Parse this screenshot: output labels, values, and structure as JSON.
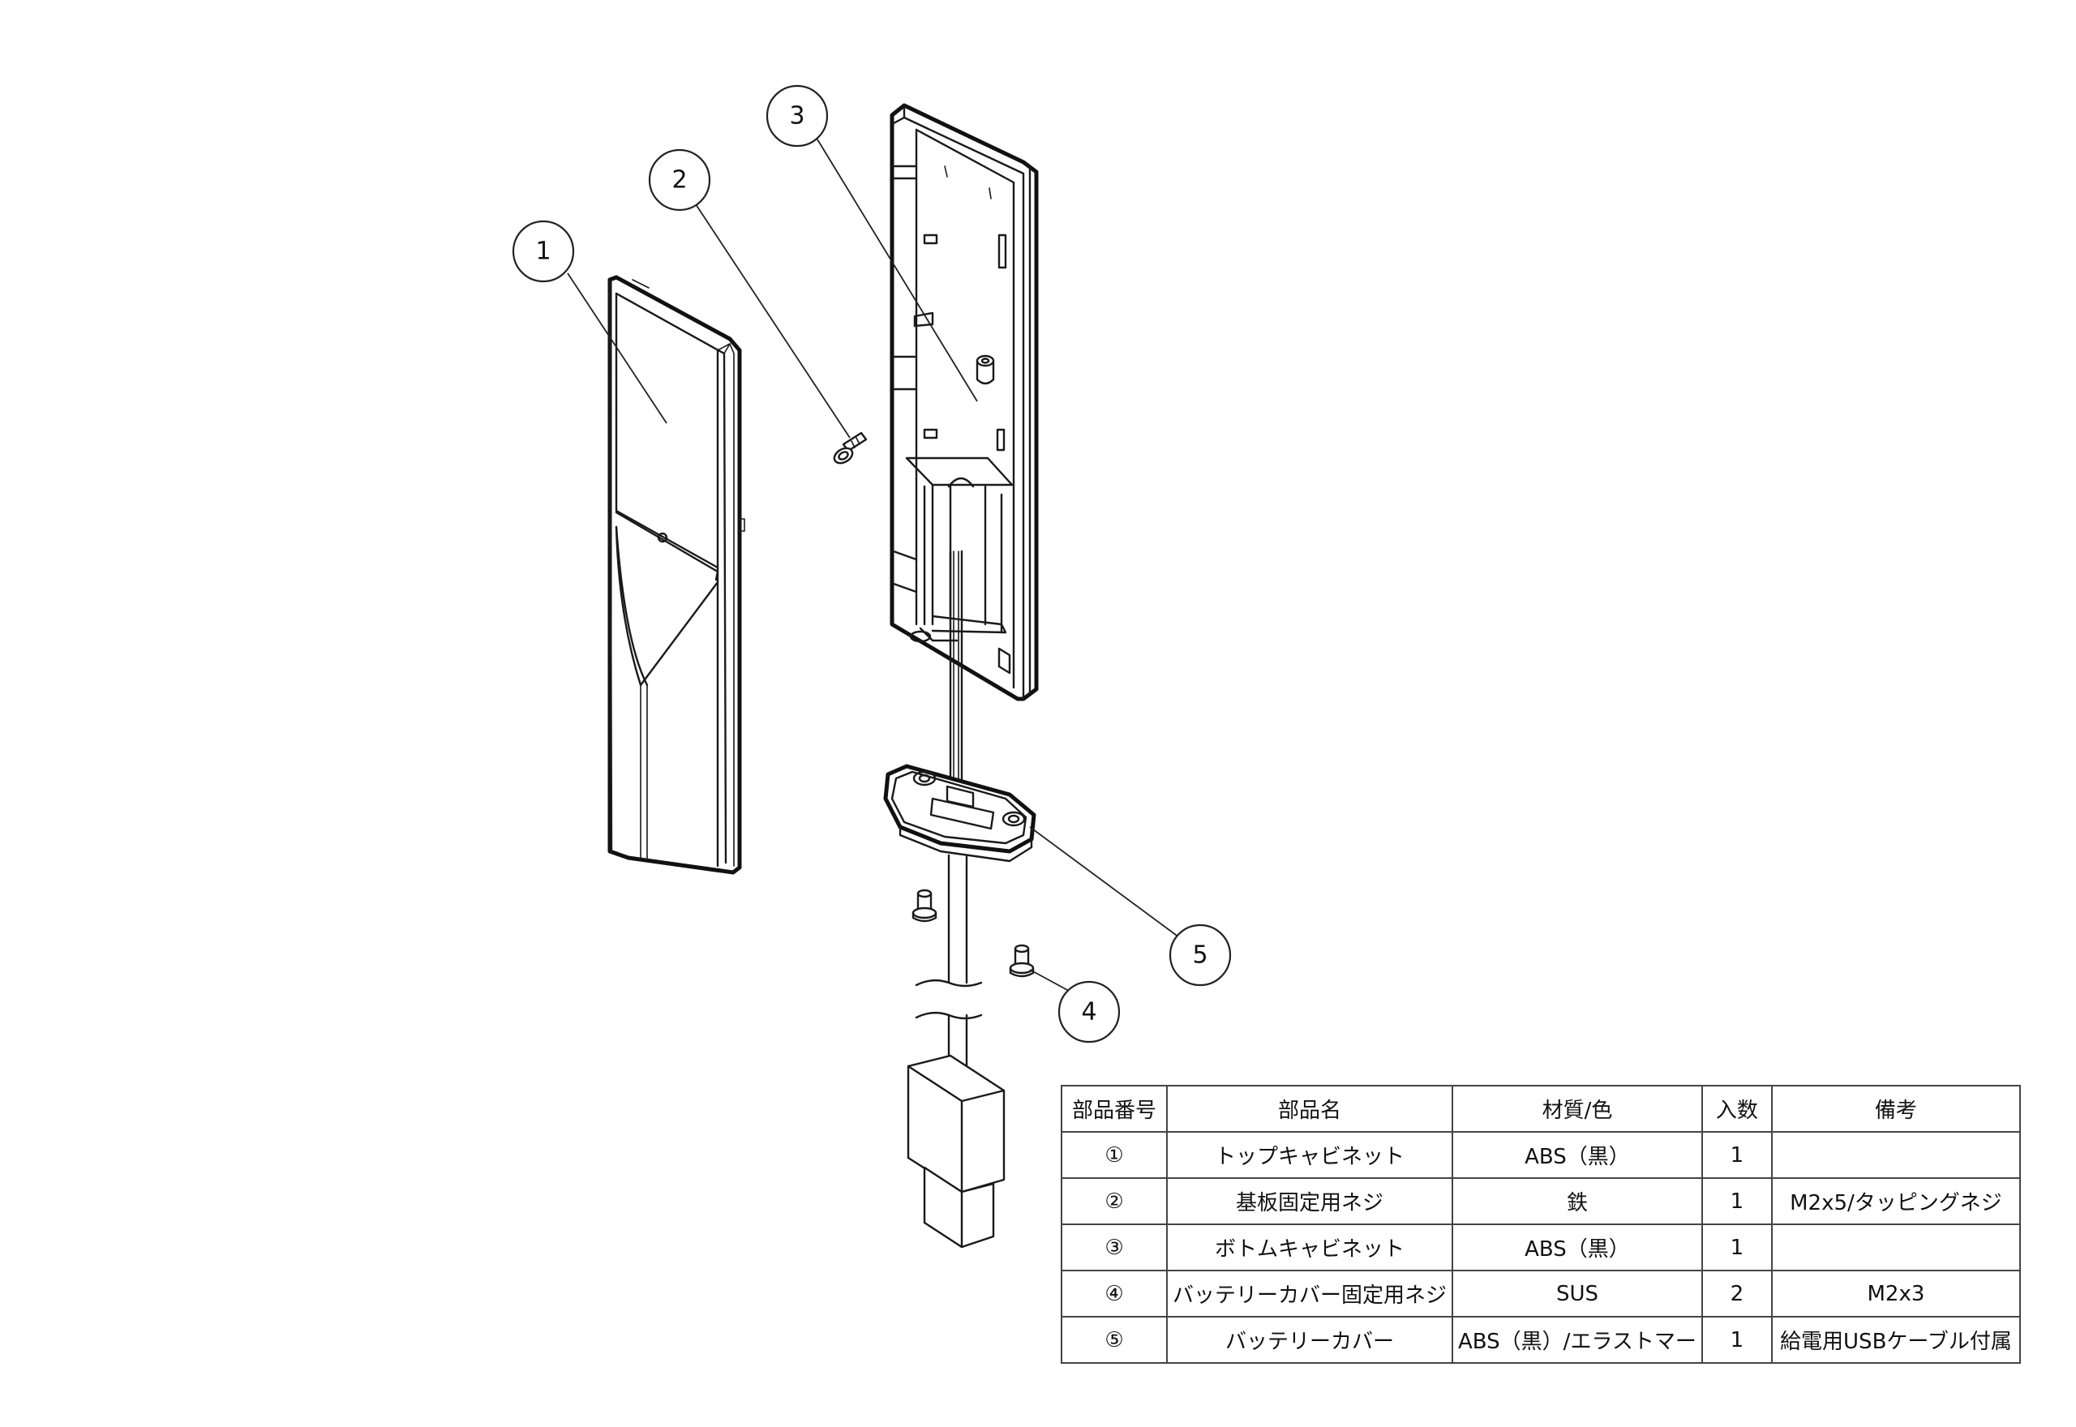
{
  "balloons": [
    "1",
    "2",
    "3",
    "4",
    "5"
  ],
  "table": {
    "headers": [
      "部品番号",
      "部品名",
      "材質/色",
      "入数",
      "備考"
    ],
    "rows": [
      {
        "no": "①",
        "name": "トップキャビネット",
        "material": "ABS（黒）",
        "qty": "1",
        "note": ""
      },
      {
        "no": "②",
        "name": "基板固定用ネジ",
        "material": "鉄",
        "qty": "1",
        "note": "M2x5/タッピングネジ"
      },
      {
        "no": "③",
        "name": "ボトムキャビネット",
        "material": "ABS（黒）",
        "qty": "1",
        "note": ""
      },
      {
        "no": "④",
        "name": "バッテリーカバー固定用ネジ",
        "material": "SUS",
        "qty": "2",
        "note": "M2x3"
      },
      {
        "no": "⑤",
        "name": "バッテリーカバー",
        "material": "ABS（黒）/エラストマー",
        "qty": "1",
        "note": "給電用USBケーブル付属"
      }
    ]
  }
}
